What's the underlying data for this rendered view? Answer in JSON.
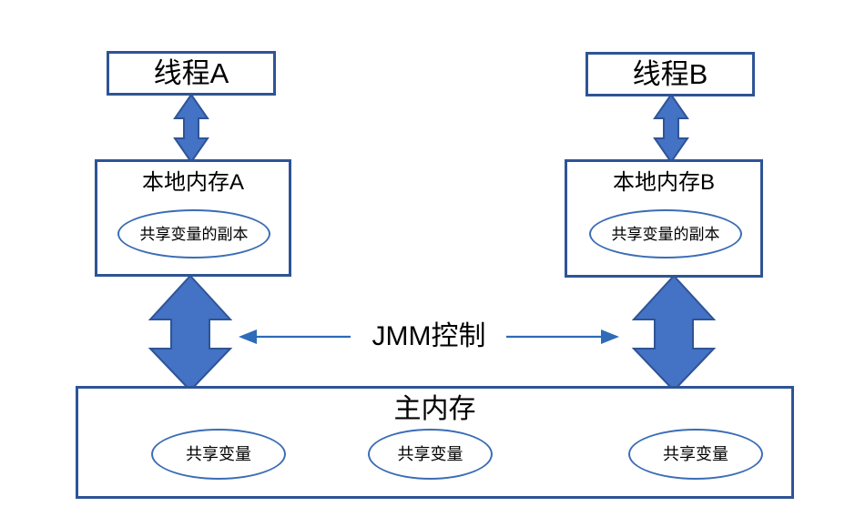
{
  "diagram": {
    "title_semantic": "java-memory-model-jmm-diagram",
    "colors": {
      "box_border": "#2E5496",
      "ellipse_border": "#3B6DB5",
      "arrow_fill": "#4472C4",
      "arrow_stroke": "#2E5496",
      "thin_arrow": "#2E6BB8",
      "background": "#FFFFFF",
      "text": "#000000"
    },
    "threads": [
      {
        "id": "a",
        "label": "线程A"
      },
      {
        "id": "b",
        "label": "线程B"
      }
    ],
    "local_memories": [
      {
        "id": "a",
        "title": "本地内存A",
        "copy_label": "共享变量的副本"
      },
      {
        "id": "b",
        "title": "本地内存B",
        "copy_label": "共享变量的副本"
      }
    ],
    "main_memory": {
      "title": "主内存",
      "variables": [
        {
          "label": "共享变量"
        },
        {
          "label": "共享变量"
        },
        {
          "label": "共享变量"
        }
      ]
    },
    "control": {
      "label": "JMM控制",
      "left_arrow_icon": "arrow-left-icon",
      "right_arrow_icon": "arrow-right-icon"
    },
    "connectors": [
      {
        "id": "thread-a-to-local-a",
        "icon": "double-arrow-vertical-icon",
        "size": "small"
      },
      {
        "id": "thread-b-to-local-b",
        "icon": "double-arrow-vertical-icon",
        "size": "small"
      },
      {
        "id": "local-a-to-main",
        "icon": "double-arrow-vertical-icon",
        "size": "large"
      },
      {
        "id": "local-b-to-main",
        "icon": "double-arrow-vertical-icon",
        "size": "large"
      }
    ]
  }
}
